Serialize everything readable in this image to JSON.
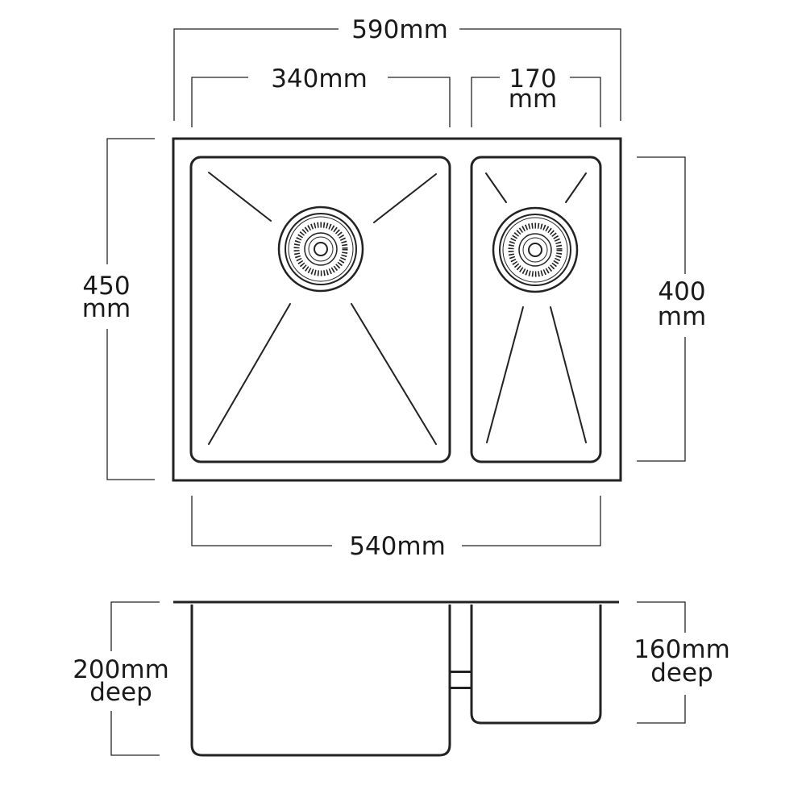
{
  "top_view": {
    "overall_width": "590mm",
    "large_bowl_width": "340mm",
    "small_bowl_width_value": "170",
    "small_bowl_width_unit": "mm",
    "overall_length_value": "450",
    "overall_length_unit": "mm",
    "small_bowl_length_value": "400",
    "small_bowl_length_unit": "mm",
    "bottom_width": "540mm"
  },
  "side_view": {
    "large_bowl_depth_value": "200mm",
    "large_bowl_depth_word": "deep",
    "small_bowl_depth_value": "160mm",
    "small_bowl_depth_word": "deep"
  },
  "colors": {
    "line": "#222222",
    "text": "#1a1a1a",
    "background": "#ffffff"
  }
}
